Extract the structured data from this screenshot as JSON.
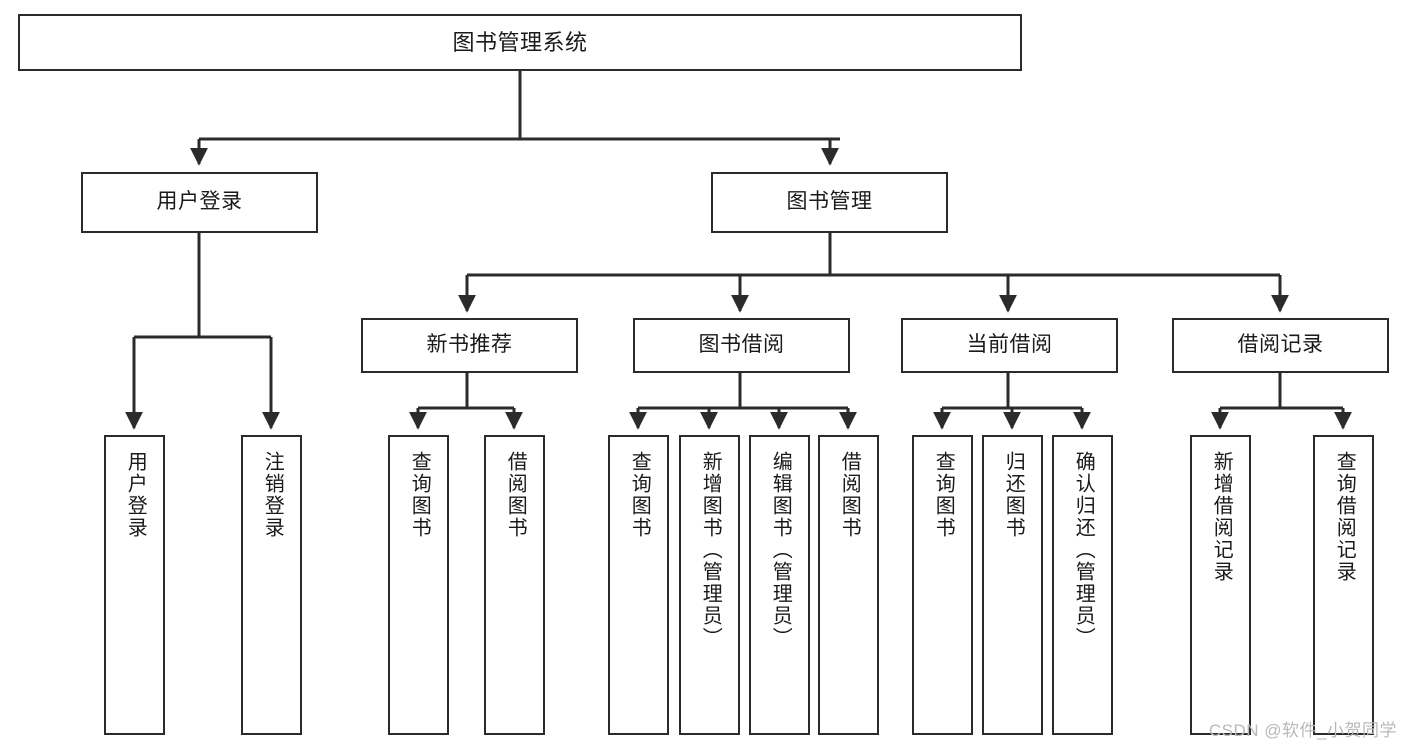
{
  "diagram": {
    "title": "图书管理系统",
    "type": "tree-hierarchy-chart",
    "orientation": "top-down",
    "line_color": "#2b2b2b",
    "box_fill": "#ffffff",
    "text_color": "#1a1a1a"
  },
  "nodes": {
    "root": {
      "label": "图书管理系统"
    },
    "level2": [
      {
        "id": "user-login",
        "label": "用户登录"
      },
      {
        "id": "book-manage",
        "label": "图书管理"
      }
    ],
    "level3": [
      {
        "id": "new-book-recommend",
        "label": "新书推荐"
      },
      {
        "id": "book-borrow",
        "label": "图书借阅"
      },
      {
        "id": "current-borrow",
        "label": "当前借阅"
      },
      {
        "id": "borrow-record",
        "label": "借阅记录"
      }
    ],
    "leaves": [
      {
        "id": "leaf-user-login",
        "parent": "user-login",
        "label": "用户登录"
      },
      {
        "id": "leaf-logout-login",
        "parent": "user-login",
        "label": "注销登录"
      },
      {
        "id": "leaf-query-book-1",
        "parent": "new-book-recommend",
        "label": "查询图书"
      },
      {
        "id": "leaf-borrow-book-1",
        "parent": "new-book-recommend",
        "label": "借阅图书"
      },
      {
        "id": "leaf-query-book-2",
        "parent": "book-borrow",
        "label": "查询图书"
      },
      {
        "id": "leaf-add-book-admin",
        "parent": "book-borrow",
        "label": "新增图书（管理员）"
      },
      {
        "id": "leaf-edit-book-admin",
        "parent": "book-borrow",
        "label": "编辑图书（管理员）"
      },
      {
        "id": "leaf-borrow-book-2",
        "parent": "book-borrow",
        "label": "借阅图书"
      },
      {
        "id": "leaf-query-book-3",
        "parent": "current-borrow",
        "label": "查询图书"
      },
      {
        "id": "leaf-return-book",
        "parent": "current-borrow",
        "label": "归还图书"
      },
      {
        "id": "leaf-confirm-return-admin",
        "parent": "current-borrow",
        "label": "确认归还（管理员）"
      },
      {
        "id": "leaf-add-borrow-record",
        "parent": "borrow-record",
        "label": "新增借阅记录"
      },
      {
        "id": "leaf-query-borrow-record",
        "parent": "borrow-record",
        "label": "查询借阅记录"
      }
    ]
  },
  "watermark": {
    "text": "CSDN @软件_小贺同学"
  }
}
